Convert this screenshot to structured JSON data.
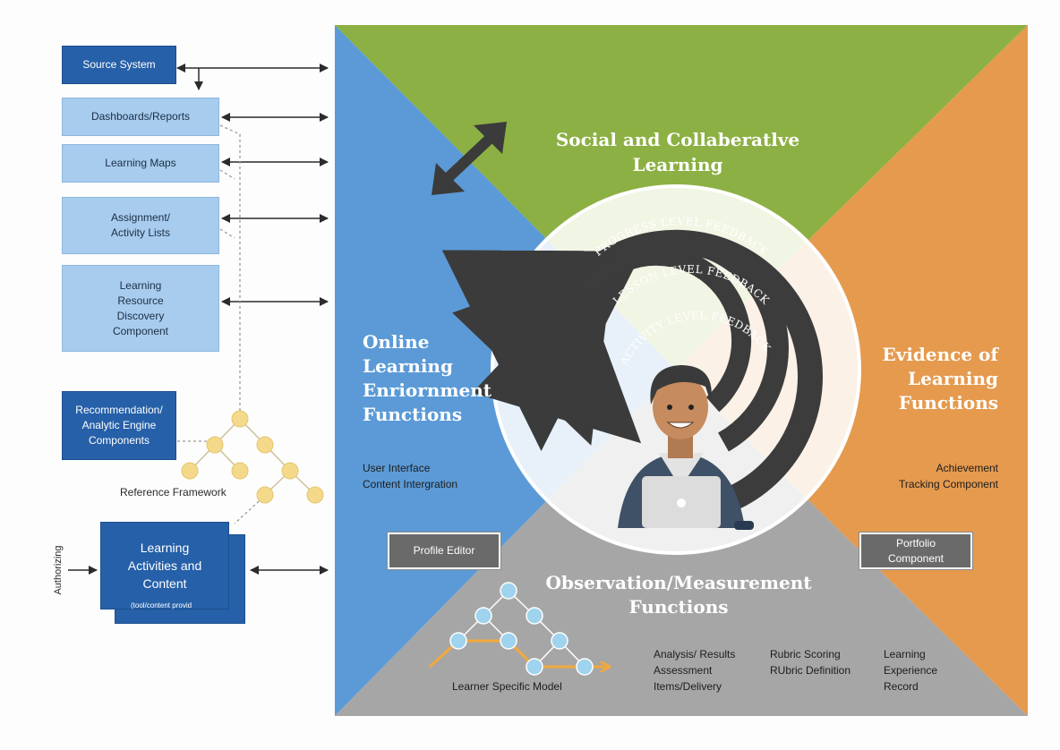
{
  "left_boxes": {
    "source_system": "Source System",
    "dashboards": "Dashboards/Reports",
    "learning_maps": "Learning Maps",
    "assignment": "Assignment/\nActivity Lists",
    "resource_discovery": "Learning\nResource\nDiscovery\nComponent",
    "recommendation": "Recommendation/\nAnalytic Engine\nComponents",
    "learning_activities": "Learning\nActivities and\nContent",
    "tool_provider": "(tool/content provid"
  },
  "reference_framework": "Reference Framework",
  "authorizing": "Authorizing",
  "panels": {
    "social": "Social and Collaberatlve\nLearning",
    "online": "Online\nLearning\nEnriornment\nFunctions",
    "online_detail": "User Interface\nContent Intergration",
    "evidence": "Evidence of\nLearning\nFunctions",
    "evidence_detail": "Achievement\nTracking Component",
    "observation": "Observation/Measurement\nFunctions"
  },
  "feedback": {
    "progress": "PROGRESS LEVEL FEEDBACK",
    "lesson": "LESSON LEVEL FEEDBACK",
    "activity": "ACTIVITY LEVEL FEEDBACK"
  },
  "gray_boxes": {
    "profile_editor": "Profile Editor",
    "portfolio": "Portfolio\nComponent"
  },
  "bottom": {
    "learner_model": "Learner Specific Model",
    "col1": "Analysis/ Results\nAssessment\nItems/Delivery",
    "col2": "Rubric Scoring\nRUbric Definition",
    "col3": "Learning\nExperience\nRecord"
  },
  "colors": {
    "green": "#8cb043",
    "blue": "#5b9ad6",
    "orange": "#e59a4e",
    "gray": "#a6a6a6",
    "dark_blue": "#2660a8",
    "light_blue": "#a7ccee",
    "node_yellow": "#f5d98b",
    "node_cyan": "#9fd3ee",
    "path_orange": "#f2a93b"
  },
  "icons": [
    "double-arrow-icon",
    "student-laptop-icon",
    "tree-network-icon"
  ]
}
